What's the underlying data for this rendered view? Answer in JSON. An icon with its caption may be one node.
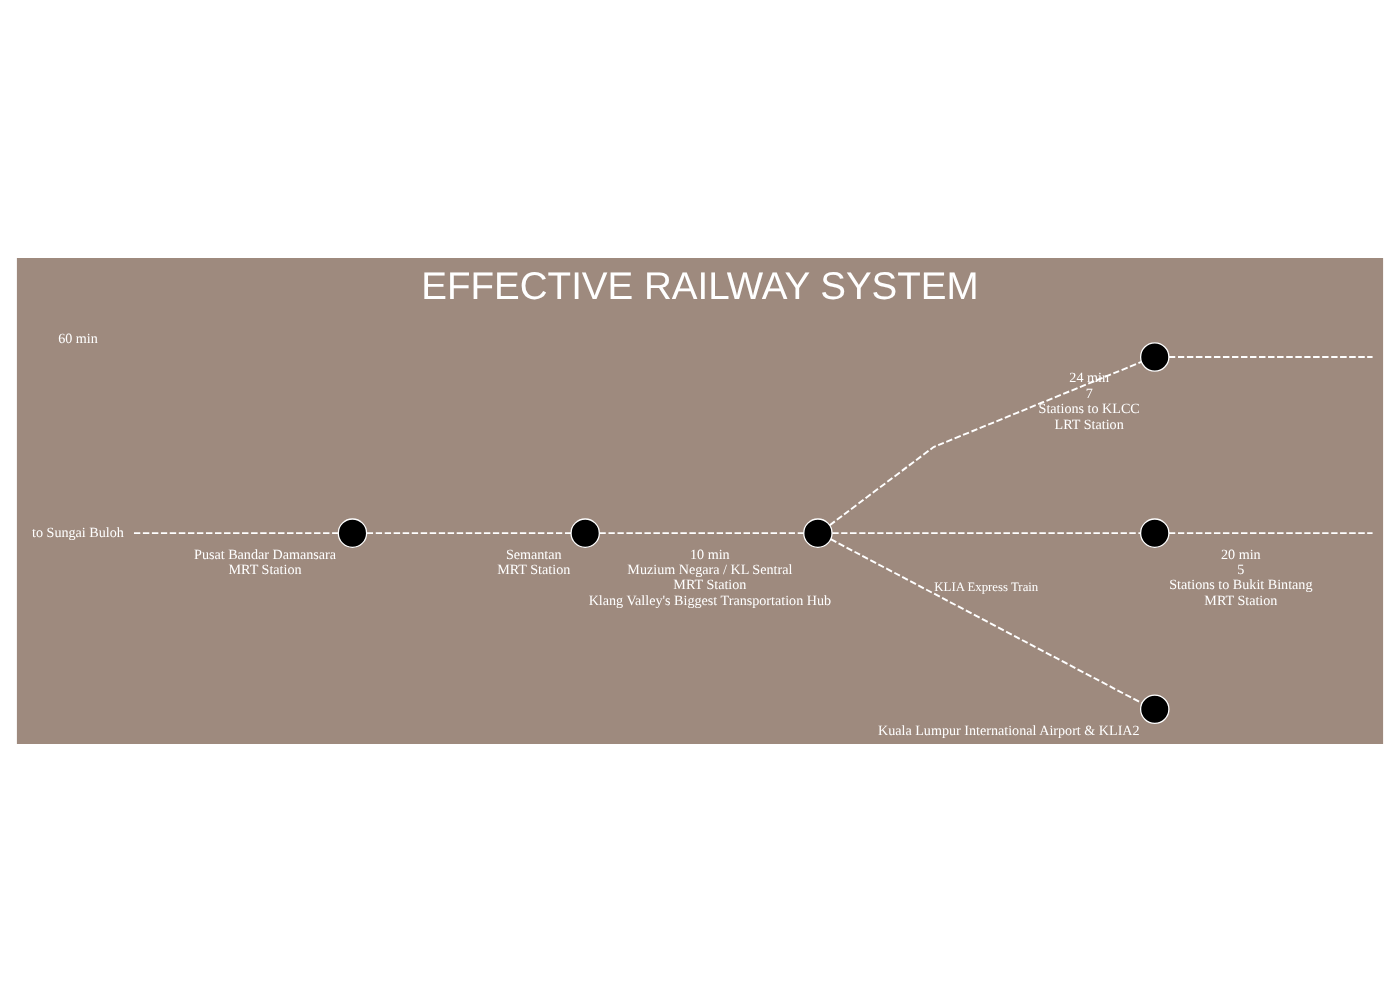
{
  "diagram": {
    "title": "EFFECTIVE RAILWAY SYSTEM",
    "nodes": [
      {
        "text": [
          "to Sungai Buloh"
        ]
      },
      {
        "text": [],
        "shape": "circle",
        "beside": [
          "Pusat Bandar Damansara",
          "MRT Station"
        ]
      },
      {
        "text": [],
        "shape": "circle",
        "beside": [
          "Semantan",
          "MRT Station"
        ]
      },
      {
        "text": [],
        "shape": "circle",
        "beside": [
          "10 min",
          "Muzium Negara / KL Sentral",
          "MRT Station",
          "Klang Valley's Biggest Transportation Hub"
        ]
      },
      {
        "text": [],
        "shape": "circle",
        "beside": [
          "24 min",
          "7",
          "Stations to KLCC",
          "LRT Station"
        ]
      },
      {
        "text": [],
        "shape": "circle",
        "beside": [
          "20 min",
          "5",
          "Stations to Bukit Bintang",
          "MRT Station"
        ]
      },
      {
        "text": [],
        "shape": "circle",
        "beside": [
          "Kuala Lumpur International Airport & KLIA2"
        ]
      }
    ],
    "edges": [
      {
        "from": 0,
        "to": 1,
        "arrow": "none",
        "style": "dashed"
      },
      {
        "from": 1,
        "to": 2,
        "arrow": "none",
        "style": "dashed"
      },
      {
        "from": 2,
        "to": 3,
        "arrow": "none",
        "style": "dashed"
      },
      {
        "from": 3,
        "to": 4,
        "arrow": "none",
        "style": "dashed"
      },
      {
        "from": 3,
        "to": 5,
        "arrow": "none",
        "style": "dashed"
      },
      {
        "from": 3,
        "to": 6,
        "arrow": "none",
        "style": "dashed",
        "label": "KLIA Express Train"
      },
      {
        "from": 4,
        "to": null,
        "arrow": "none",
        "style": "dashed"
      },
      {
        "from": 5,
        "to": null,
        "arrow": "none",
        "style": "dashed"
      }
    ],
    "labels": [
      "60 min"
    ]
  }
}
